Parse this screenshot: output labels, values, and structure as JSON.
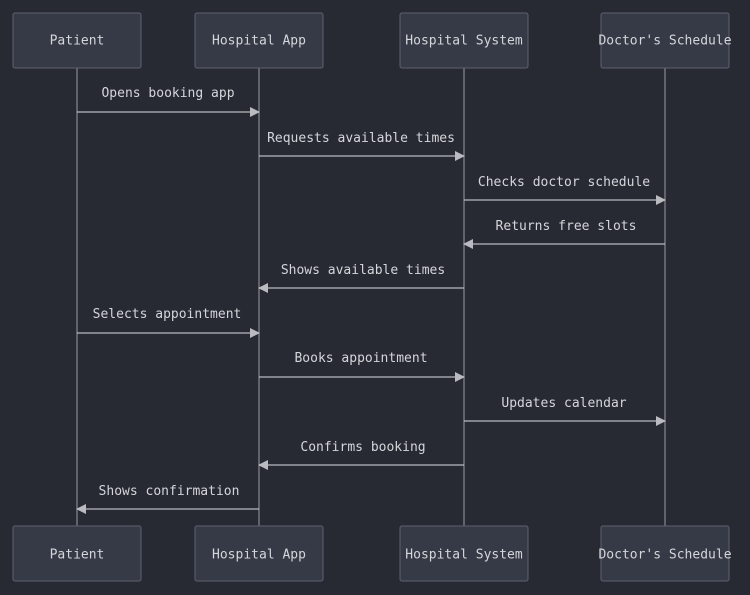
{
  "participants": [
    {
      "id": "patient",
      "name": "Patient"
    },
    {
      "id": "app",
      "name": "Hospital App"
    },
    {
      "id": "system",
      "name": "Hospital System"
    },
    {
      "id": "doctor",
      "name": "Doctor's Schedule"
    }
  ],
  "messages": [
    {
      "from": "patient",
      "to": "app",
      "text": "Opens booking app"
    },
    {
      "from": "app",
      "to": "system",
      "text": "Requests available times"
    },
    {
      "from": "system",
      "to": "doctor",
      "text": "Checks doctor schedule"
    },
    {
      "from": "doctor",
      "to": "system",
      "text": "Returns free slots"
    },
    {
      "from": "system",
      "to": "app",
      "text": "Shows available times"
    },
    {
      "from": "patient",
      "to": "app",
      "text": "Selects appointment"
    },
    {
      "from": "app",
      "to": "system",
      "text": "Books appointment"
    },
    {
      "from": "system",
      "to": "doctor",
      "text": "Updates calendar"
    },
    {
      "from": "system",
      "to": "app",
      "text": "Confirms booking"
    },
    {
      "from": "app",
      "to": "patient",
      "text": "Shows confirmation"
    }
  ]
}
